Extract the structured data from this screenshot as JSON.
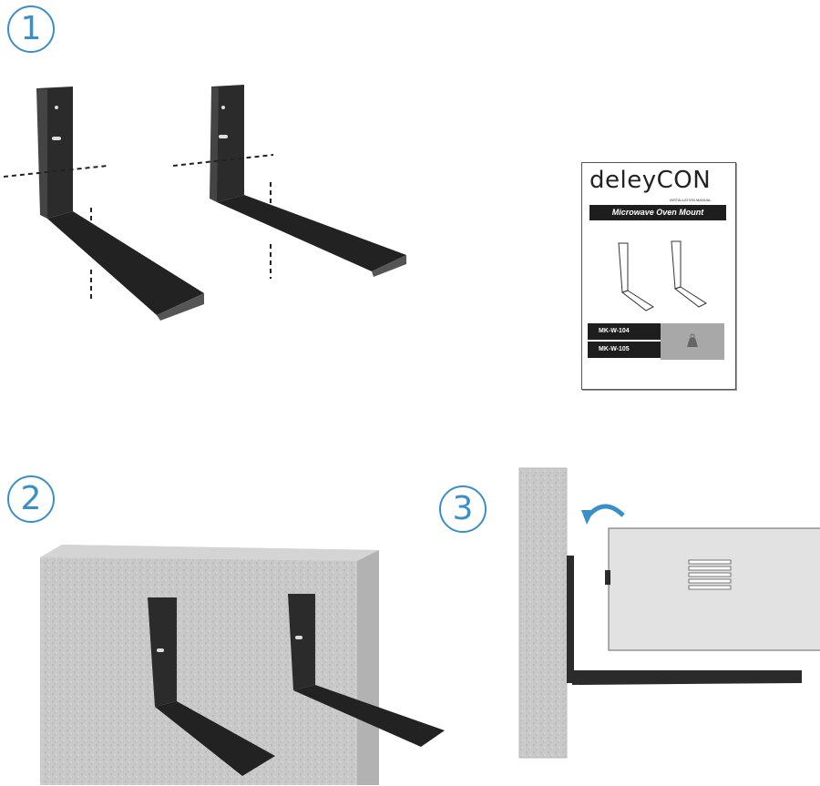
{
  "steps": [
    "1",
    "2",
    "3"
  ],
  "manual": {
    "brand": "deleyCON",
    "installation_label": "INSTALLATION MANUAL",
    "title": "Microwave Oven Mount",
    "models": [
      "MK-W-104",
      "MK-W-105"
    ]
  },
  "colors": {
    "step_accent": "#3a8fc8",
    "bracket": "#2a2a2a",
    "wall": "#c8c8c8",
    "appliance": "#e0e0e0"
  },
  "icons": [
    "curved-arrow-icon",
    "weight-icon"
  ]
}
